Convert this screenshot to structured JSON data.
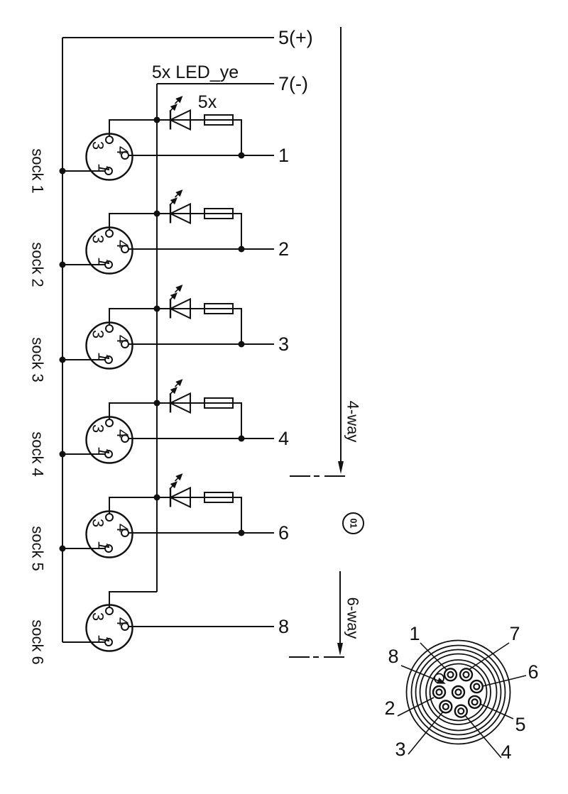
{
  "schematic": {
    "rail_positive": "5(+)",
    "rail_negative": "7(-)",
    "led_group_label": "5x LED_ye",
    "fuse_group_label": "5x",
    "bundle_4way": "4-way",
    "bundle_6way": "6-way",
    "revision_marker": "01",
    "sockets": [
      {
        "name": "sock 1",
        "output": "1",
        "pin_top": "3",
        "pin_right": "4",
        "pin_bottom": "1"
      },
      {
        "name": "sock 2",
        "output": "2",
        "pin_top": "3",
        "pin_right": "4",
        "pin_bottom": "1"
      },
      {
        "name": "sock 3",
        "output": "3",
        "pin_top": "3",
        "pin_right": "4",
        "pin_bottom": "1"
      },
      {
        "name": "sock 4",
        "output": "4",
        "pin_top": "3",
        "pin_right": "4",
        "pin_bottom": "1"
      },
      {
        "name": "sock 5",
        "output": "6",
        "pin_top": "3",
        "pin_right": "4",
        "pin_bottom": "1"
      },
      {
        "name": "sock 6",
        "output": "8",
        "pin_top": "3",
        "pin_right": "4",
        "pin_bottom": "1"
      }
    ],
    "connector_face": {
      "pins": {
        "p1": "1",
        "p2": "2",
        "p3": "3",
        "p4": "4",
        "p5": "5",
        "p6": "6",
        "p7": "7",
        "p8": "8"
      }
    },
    "ink": "#111111",
    "background": "#ffffff"
  }
}
